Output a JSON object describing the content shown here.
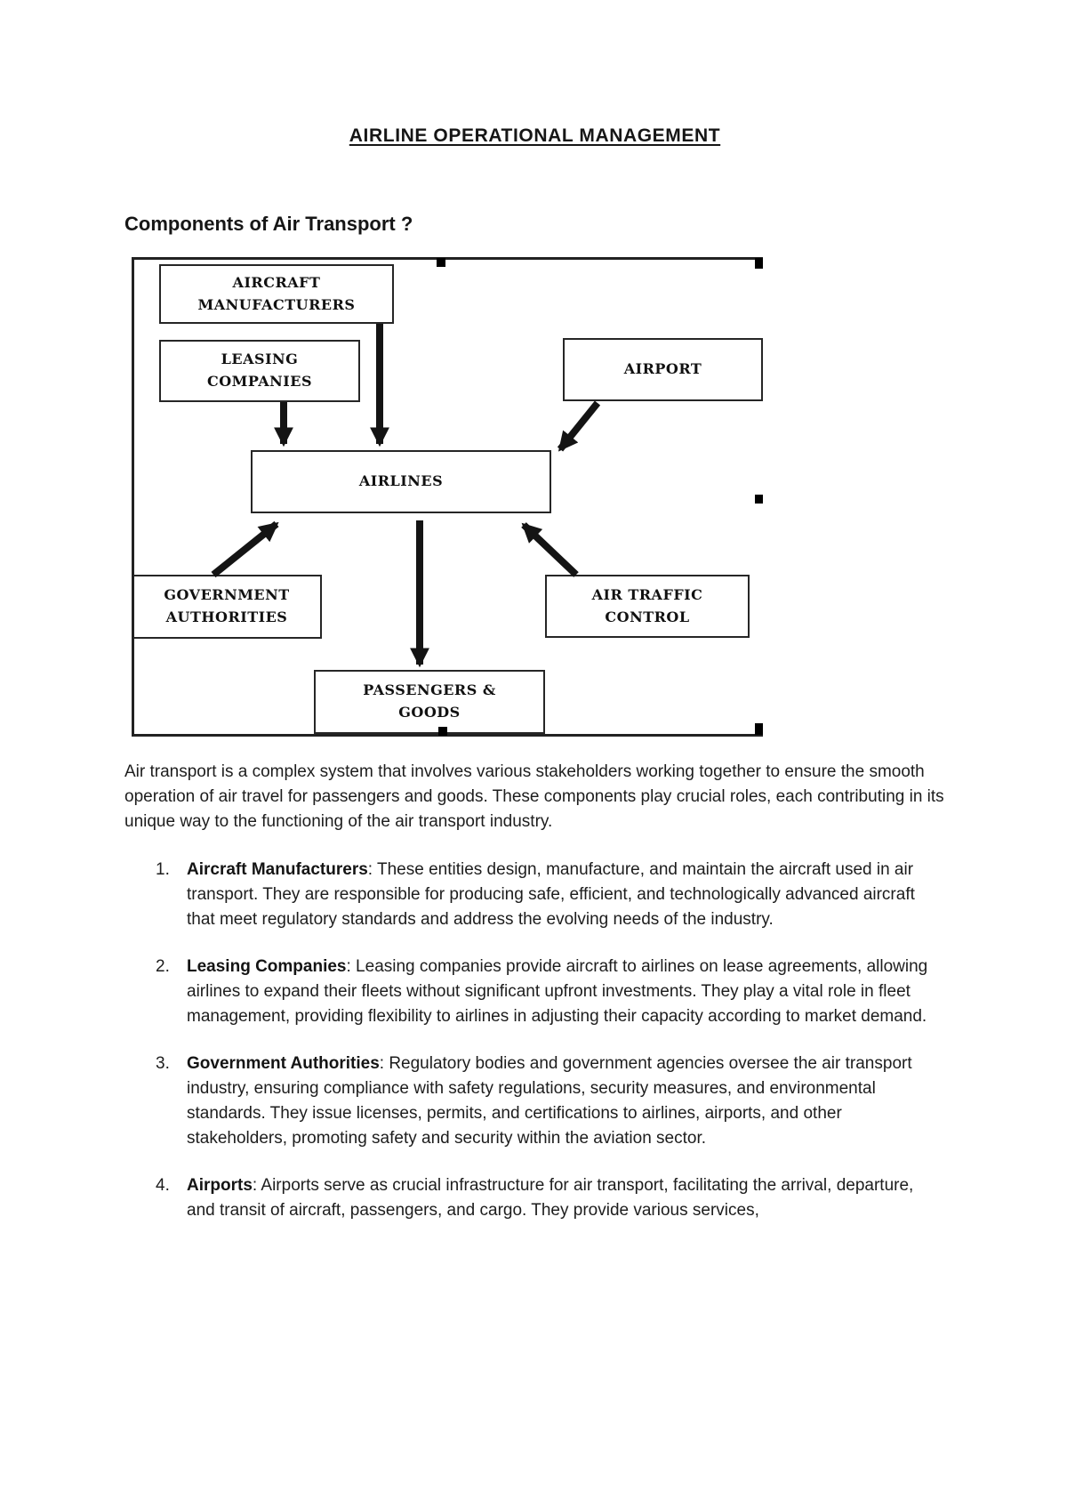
{
  "page": {
    "title": "AIRLINE OPERATIONAL MANAGEMENT",
    "section_heading": "Components of Air Transport ?"
  },
  "diagram": {
    "boxes": [
      {
        "id": "aircraft-manufacturers",
        "label_lines": [
          "AIRCRAFT",
          "MANUFACTURERS"
        ]
      },
      {
        "id": "leasing-companies",
        "label_lines": [
          "LEASING",
          "COMPANIES"
        ]
      },
      {
        "id": "airport",
        "label_lines": [
          "AIRPORT"
        ]
      },
      {
        "id": "airlines",
        "label_lines": [
          "AIRLINES"
        ]
      },
      {
        "id": "government-authorities",
        "label_lines": [
          "GOVERNMENT",
          "AUTHORITIES"
        ]
      },
      {
        "id": "air-traffic-control",
        "label_lines": [
          "AIR TRAFFIC",
          "CONTROL"
        ]
      },
      {
        "id": "passengers-goods",
        "label_lines": [
          "PASSENGERS &",
          "GOODS"
        ]
      }
    ],
    "arrows": [
      "aircraft-manufacturers -> airlines",
      "leasing-companies -> airlines",
      "airport -> airlines",
      "government-authorities -> airlines",
      "air-traffic-control -> airlines",
      "airlines -> passengers-goods"
    ]
  },
  "intro_paragraph": "Air transport is a complex system that involves various stakeholders working together to ensure the smooth operation of air travel for passengers and goods. These components play crucial roles, each contributing in its unique way to the functioning of the air transport industry.",
  "list": {
    "items": [
      {
        "number": "1.",
        "term": "Aircraft Manufacturers",
        "rest": ": These entities design, manufacture, and maintain the aircraft used in air transport. They are responsible for producing safe, efficient, and technologically advanced aircraft that meet regulatory standards and address the evolving needs of the industry."
      },
      {
        "number": "2.",
        "term": "Leasing Companies",
        "rest": ": Leasing companies provide aircraft to airlines on lease agreements, allowing airlines to expand their fleets without significant upfront investments. They play a vital role in fleet management, providing flexibility to airlines in adjusting their capacity according to market demand."
      },
      {
        "number": "3.",
        "term": "Government Authorities",
        "rest": ": Regulatory bodies and government agencies oversee the air transport industry, ensuring compliance with safety regulations, security measures, and environmental standards. They issue licenses, permits, and certifications to airlines, airports, and other stakeholders, promoting safety and security within the aviation sector."
      },
      {
        "number": "4.",
        "term": "Airports",
        "rest": ": Airports serve as crucial infrastructure for air transport, facilitating the arrival, departure, and transit of aircraft, passengers, and cargo. They provide various services,"
      }
    ]
  },
  "colors": {
    "text": "#1d1d1d",
    "diagram_line": "#141414",
    "background": "#ffffff"
  }
}
